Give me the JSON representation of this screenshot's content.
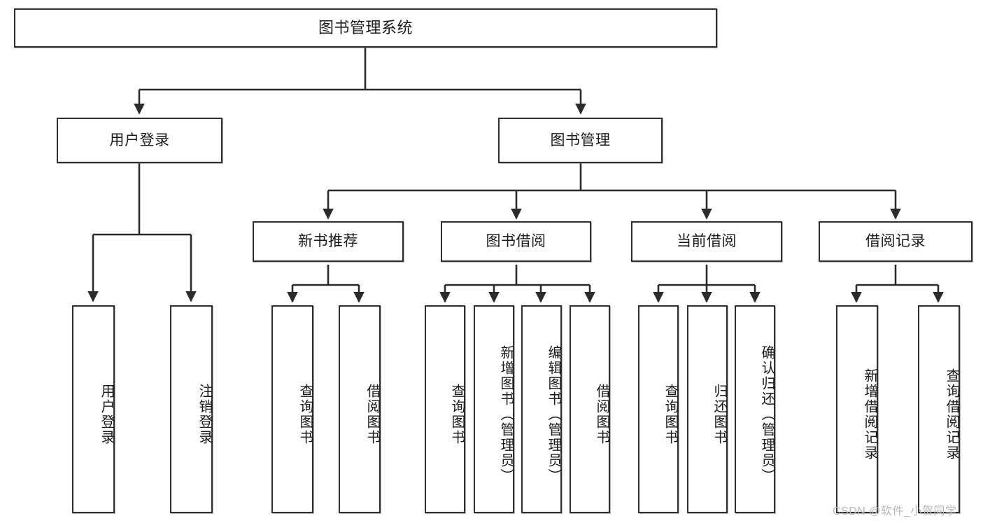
{
  "diagram": {
    "title": "图书管理系统",
    "watermark": "CSDN @软件_小贺同学",
    "colors": {
      "border": "#30302f",
      "background": "#ffffff",
      "connector": "#2b2b2b",
      "watermark": "#b9b9b9"
    },
    "nodes": {
      "root": "图书管理系统",
      "level1": [
        "用户登录",
        "图书管理"
      ],
      "level2": [
        "新书推荐",
        "图书借阅",
        "当前借阅",
        "借阅记录"
      ],
      "leaves": {
        "user_login": [
          "用户登录",
          "注销登录"
        ],
        "new_book_recommend": [
          "查询图书",
          "借阅图书"
        ],
        "book_borrow": [
          "查询图书",
          "新增图书（管理员）",
          "编辑图书（管理员）",
          "借阅图书"
        ],
        "current_borrow": [
          "查询图书",
          "归还图书",
          "确认归还（管理员）"
        ],
        "borrow_record": [
          "新增借阅记录",
          "查询借阅记录"
        ]
      }
    }
  }
}
